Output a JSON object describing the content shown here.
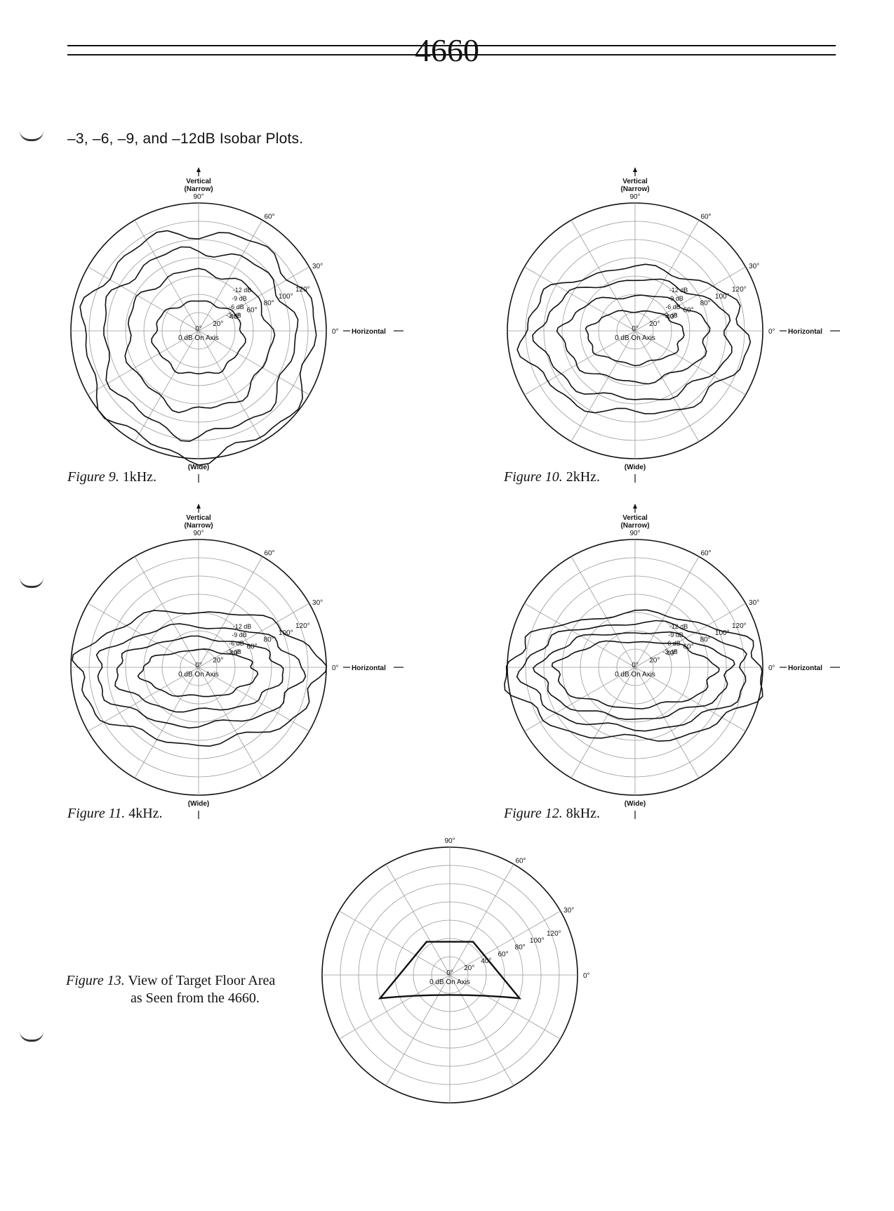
{
  "header": {
    "title": "4660"
  },
  "section_heading": "–3, –6, –9, and –12dB Isobar Plots.",
  "labels": {
    "vertical": "Vertical",
    "narrow": "(Narrow)",
    "wide": "(Wide)",
    "horizontal": "Horizontal",
    "on_axis_deg": "0°",
    "on_axis": "0 dB On Axis",
    "deg90": "90°",
    "deg60": "60°",
    "deg30": "30°",
    "deg0": "0°",
    "ring_labels": [
      "20°",
      "40°",
      "60°",
      "80°",
      "100°",
      "120°"
    ]
  },
  "chart_data": [
    {
      "type": "polar",
      "figure": "Figure 9.",
      "caption": "1kHz.",
      "contour_labels": [
        "-12 dB",
        "-9 dB",
        "-6 dB",
        "-3 dB"
      ],
      "series": [
        {
          "name": "-3 dB",
          "rx": 28,
          "ry": 22
        },
        {
          "name": "-6 dB",
          "rx": 45,
          "ry": 42
        },
        {
          "name": "-9 dB",
          "rx": 60,
          "ry": 56
        },
        {
          "name": "-12 dB",
          "rx": 72,
          "ry": 68
        }
      ]
    },
    {
      "type": "polar",
      "figure": "Figure 10.",
      "caption": "2kHz.",
      "contour_labels": [
        "-12 dB",
        "-9 dB",
        "-6 dB",
        "-3 dB"
      ],
      "series": [
        {
          "name": "-3 dB",
          "rx": 30,
          "ry": 16
        },
        {
          "name": "-6 dB",
          "rx": 46,
          "ry": 26
        },
        {
          "name": "-9 dB",
          "rx": 60,
          "ry": 36
        },
        {
          "name": "-12 dB",
          "rx": 70,
          "ry": 44
        }
      ]
    },
    {
      "type": "polar",
      "figure": "Figure 11.",
      "caption": "4kHz.",
      "contour_labels": [
        "-12 dB",
        "-9 dB",
        "-6 dB",
        "-3 dB"
      ],
      "series": [
        {
          "name": "-3 dB",
          "rx": 36,
          "ry": 14
        },
        {
          "name": "-6 dB",
          "rx": 52,
          "ry": 22
        },
        {
          "name": "-9 dB",
          "rx": 64,
          "ry": 30
        },
        {
          "name": "-12 dB",
          "rx": 76,
          "ry": 40
        }
      ]
    },
    {
      "type": "polar",
      "figure": "Figure 12.",
      "caption": "8kHz.",
      "contour_labels": [
        "-12 dB",
        "-9 dB",
        "-6 dB",
        "-3 dB"
      ],
      "series": [
        {
          "name": "-3 dB",
          "rx": 50,
          "ry": 20
        },
        {
          "name": "-6 dB",
          "rx": 60,
          "ry": 26
        },
        {
          "name": "-9 dB",
          "rx": 70,
          "ry": 32
        },
        {
          "name": "-12 dB",
          "rx": 80,
          "ry": 38
        }
      ]
    },
    {
      "type": "polar",
      "figure": "Figure 13.",
      "caption": "View of Target Floor Area",
      "caption_line2": "as Seen from the 4660.",
      "target_area": {
        "top_left": [
          -14,
          20
        ],
        "top_right": [
          14,
          20
        ],
        "right": [
          42,
          -14
        ],
        "left": [
          -42,
          -14
        ],
        "bottom_arc_deg": -10
      }
    }
  ]
}
